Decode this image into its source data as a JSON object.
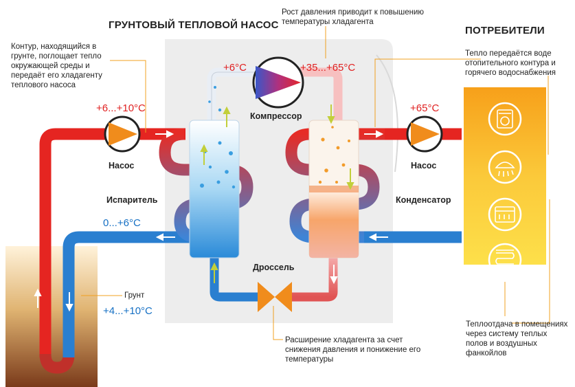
{
  "titles": {
    "heat_pump": "ГРУНТОВЫЙ ТЕПЛОВОЙ НАСОС",
    "consumers": "ПОТРЕБИТЕЛИ"
  },
  "notes": {
    "compressor_note": "Рост давления приводит к повышению температуры хладагента",
    "ground_note": "Контур, находящийся в грунте, поглощает тепло окружающей среды и передаёт его хладагенту теплового насоса",
    "consumer_note": "Тепло передаётся воде отопительного контура и горячего водоснабжения",
    "throttle_note": "Расширение хладагента за счет снижения давления и понижение его температуры",
    "heat_out_note": "Теплоотдача в помещениях через систему теплых полов и воздушных фанкойлов",
    "ground_label": "Грунт"
  },
  "temperatures": {
    "ground_in": "+6...+10°C",
    "evap_top": "+6°C",
    "comp_out": "+35...+65°C",
    "consumer_supply": "+65°C",
    "ground_return": "0...+6°C",
    "ground_temp": "+4...+10°C"
  },
  "components": {
    "pump_left": "Насос",
    "pump_right": "Насос",
    "compressor": "Компрессор",
    "evaporator": "Испаритель",
    "condenser": "Конденсатор",
    "throttle": "Дроссель"
  },
  "colors": {
    "hot": "#e52521",
    "cold": "#2a7fd0",
    "accent": "#f08c1c",
    "consumer_panel": "#f7b11a"
  },
  "icons": [
    "washing-machine-icon",
    "shower-icon",
    "radiator-icon",
    "floor-heating-icon"
  ]
}
